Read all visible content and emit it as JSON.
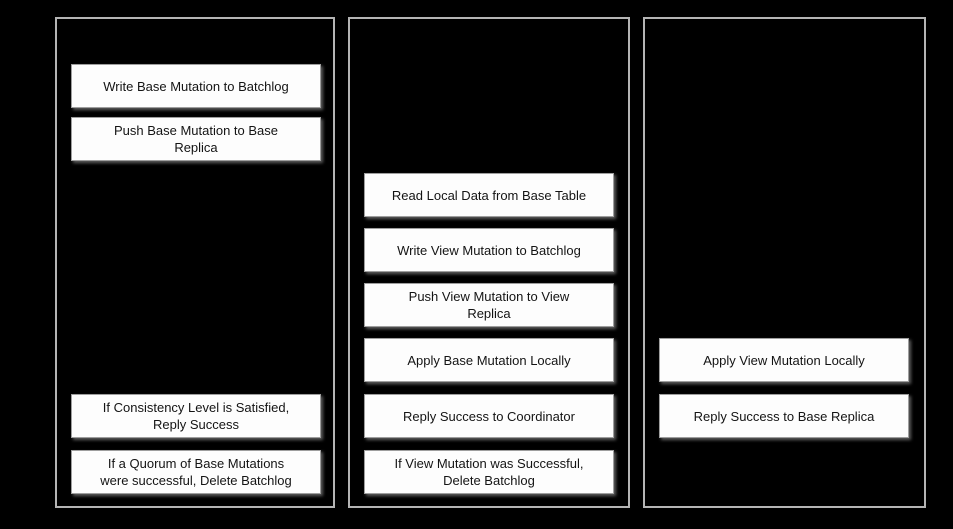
{
  "colors": {
    "background": "#000000",
    "lane_border": "#b4b4b4",
    "step_background": "#fdfdfd",
    "step_border": "#9e9e9e",
    "step_text": "#141414"
  },
  "lanes": [
    {
      "steps": [
        {
          "label": "Write Base Mutation to Batchlog"
        },
        {
          "label": "Push Base Mutation to Base Replica"
        },
        {
          "label": "If Consistency Level is Satisfied, Reply Success"
        },
        {
          "label": "If a Quorum of  Base Mutations were successful, Delete Batchlog"
        }
      ]
    },
    {
      "steps": [
        {
          "label": "Read Local Data from Base Table"
        },
        {
          "label": "Write View Mutation to Batchlog"
        },
        {
          "label": "Push View Mutation to View Replica"
        },
        {
          "label": "Apply Base Mutation Locally"
        },
        {
          "label": "Reply Success to Coordinator"
        },
        {
          "label": "If View Mutation was Successful, Delete Batchlog"
        }
      ]
    },
    {
      "steps": [
        {
          "label": "Apply View Mutation Locally"
        },
        {
          "label": "Reply Success to Base Replica"
        }
      ]
    }
  ]
}
